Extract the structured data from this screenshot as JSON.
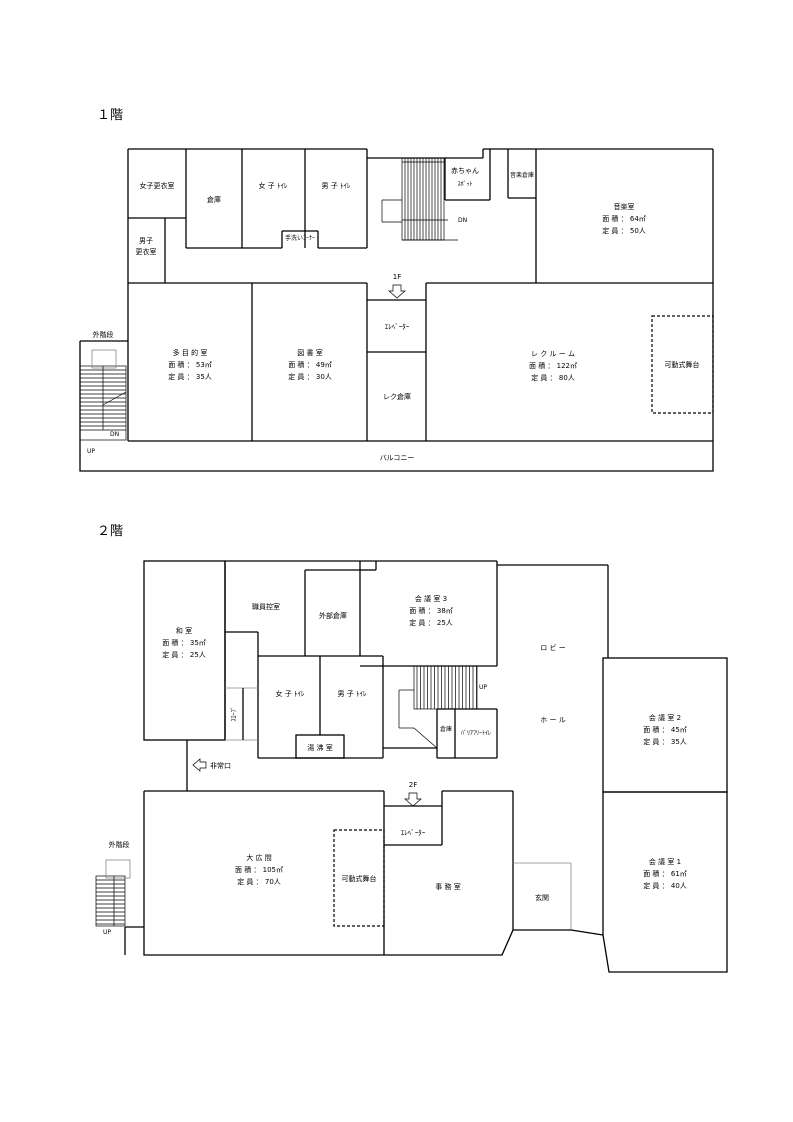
{
  "floor1": {
    "heading": "１階",
    "rooms": {
      "women_changing": "女子更衣室",
      "storage": "倉庫",
      "women_toilet": "女 子 ﾄｲﾚ",
      "men_toilet": "男 子 ﾄｲﾚ",
      "handwash": "手洗いｺｰﾅｰ",
      "baby_spot_1": "赤ちゃん",
      "baby_spot_2": "ｽﾎﾟｯﾄ",
      "music_storage": "音楽倉庫",
      "music_room": {
        "name": "音楽室",
        "area": "面 積 ： 64㎡",
        "capacity": "定 員 ： 50人"
      },
      "men_changing_1": "男子",
      "men_changing_2": "更衣室",
      "multipurpose": {
        "name": "多 目 的 室",
        "area": "面 積 ： 53㎡",
        "capacity": "定 員 ： 35人"
      },
      "library": {
        "name": "図 書 室",
        "area": "面 積 ： 49㎡",
        "capacity": "定 員 ： 30人"
      },
      "elevator": "ｴﾚﾍﾞｰﾀｰ",
      "rec_storage": "レク倉庫",
      "rec_room": {
        "name": "レ ク ル ー ム",
        "area": "面 積 ： 122㎡",
        "capacity": "定 員 ： 80人"
      },
      "movable_stage": "可動式舞台",
      "balcony": "バルコニー",
      "outdoor_stairs": "外階段"
    },
    "marks": {
      "floor": "1F",
      "dn_inner": "DN",
      "dn_outer": "DN",
      "up_outer": "UP"
    }
  },
  "floor2": {
    "heading": "２階",
    "rooms": {
      "japanese_room": {
        "name": "和 室",
        "area": "面 積 ： 35㎡",
        "capacity": "定 員 ： 25人"
      },
      "staff_room": "職員控室",
      "external_storage": "外部倉庫",
      "meeting3": {
        "name": "会 議 室 3",
        "area": "面 積 ： 38㎡",
        "capacity": "定 員 ： 25人"
      },
      "lobby": "ロ ビ ー",
      "hall": "ホ ー ル",
      "women_toilet": "女 子 ﾄｲﾚ",
      "men_toilet": "男 子 ﾄｲﾚ",
      "kitchenette": "湯 沸 室",
      "storage": "倉庫",
      "barrier_free_toilet": "ﾊﾞﾘｱﾌﾘｰﾄｲﾚ",
      "slope": "ｽﾛｰﾌﾟ",
      "meeting2": {
        "name": "会 議 室 2",
        "area": "面 積 ： 45㎡",
        "capacity": "定 員 ： 35人"
      },
      "emergency_exit": "非常口",
      "great_hall": {
        "name": "大 広 間",
        "area": "面 積 ： 105㎡",
        "capacity": "定 員 ： 70人"
      },
      "movable_stage": "可動式舞台",
      "elevator": "ｴﾚﾍﾞｰﾀｰ",
      "office": "事 務 室",
      "entrance": "玄関",
      "meeting1": {
        "name": "会 議 室 1",
        "area": "面 積 ： 61㎡",
        "capacity": "定 員 ： 40人"
      },
      "outdoor_stairs": "外階段"
    },
    "marks": {
      "floor": "2F",
      "up_inner": "UP",
      "up_outer": "UP"
    }
  }
}
